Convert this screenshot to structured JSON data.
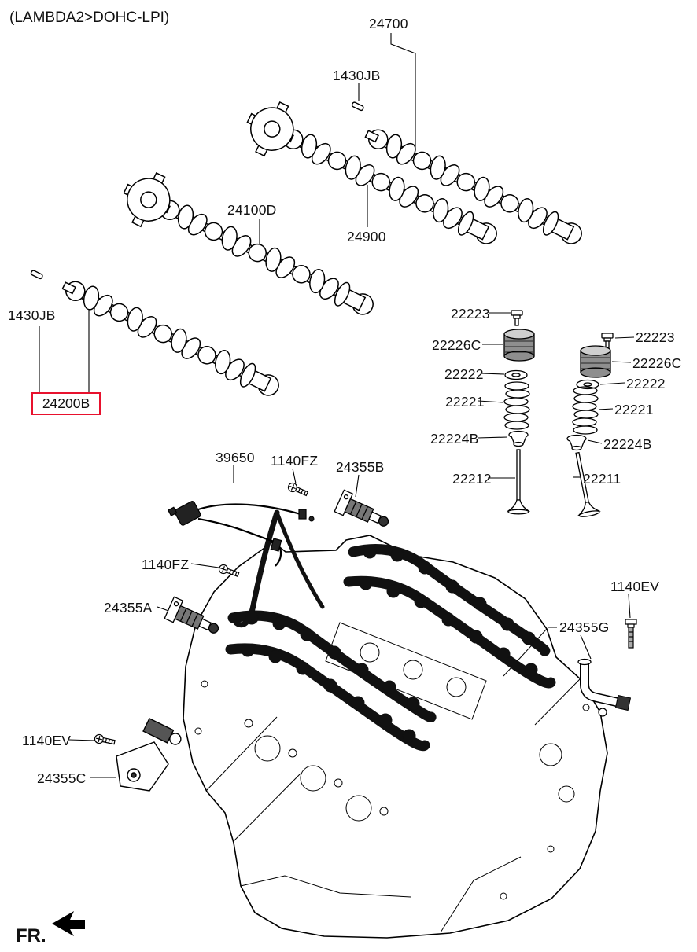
{
  "header": {
    "title": "(LAMBDA2>DOHC-LPI)"
  },
  "footer": {
    "fr_label": "FR."
  },
  "highlight_color": "#e8112d",
  "callouts": {
    "c24700": "24700",
    "c1430jb_top": "1430JB",
    "c24100d": "24100D",
    "c24900": "24900",
    "c1430jb_left": "1430JB",
    "c24200b": "24200B",
    "v1_22223": "22223",
    "v1_22226c": "22226C",
    "v1_22222": "22222",
    "v1_22221": "22221",
    "v1_22224b": "22224B",
    "v1_22212": "22212",
    "v2_22223": "22223",
    "v2_22226c": "22226C",
    "v2_22222": "22222",
    "v2_22221": "22221",
    "v2_22224b": "22224B",
    "v2_22211": "22211",
    "c39650": "39650",
    "c1140fz_a": "1140FZ",
    "c24355b": "24355B",
    "c1140fz_b": "1140FZ",
    "c24355a": "24355A",
    "c1140ev_r": "1140EV",
    "c24355g": "24355G",
    "c1140ev_l": "1140EV",
    "c24355c": "24355C"
  }
}
